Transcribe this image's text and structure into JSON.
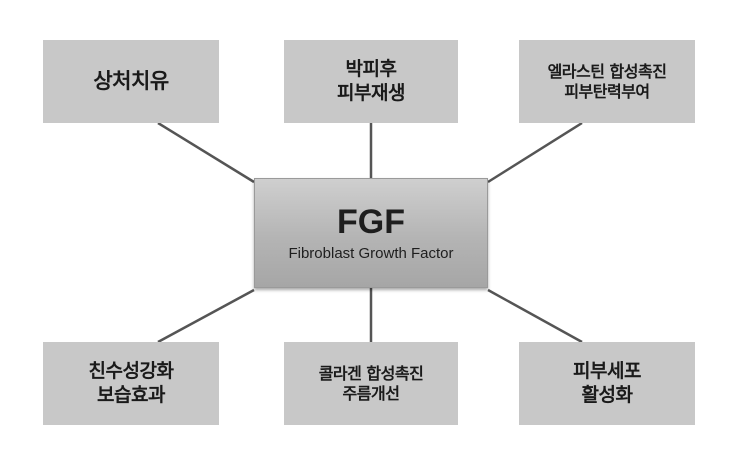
{
  "diagram": {
    "center": {
      "title": "FGF",
      "subtitle": "Fibroblast Growth Factor"
    },
    "nodes": [
      {
        "id": "b1",
        "lines": [
          "상처치유"
        ]
      },
      {
        "id": "b2",
        "lines": [
          "박피후",
          "피부재생"
        ]
      },
      {
        "id": "b3",
        "lines": [
          "엘라스틴 합성촉진",
          "피부탄력부여"
        ]
      },
      {
        "id": "b4",
        "lines": [
          "친수성강화",
          "보습효과"
        ]
      },
      {
        "id": "b5",
        "lines": [
          "콜라겐 합성촉진",
          "주름개선"
        ]
      },
      {
        "id": "b6",
        "lines": [
          "피부세포",
          "활성화"
        ]
      }
    ],
    "colors": {
      "box": "#c8c8c8",
      "line": "#555555",
      "text": "#1a1a1a"
    }
  }
}
